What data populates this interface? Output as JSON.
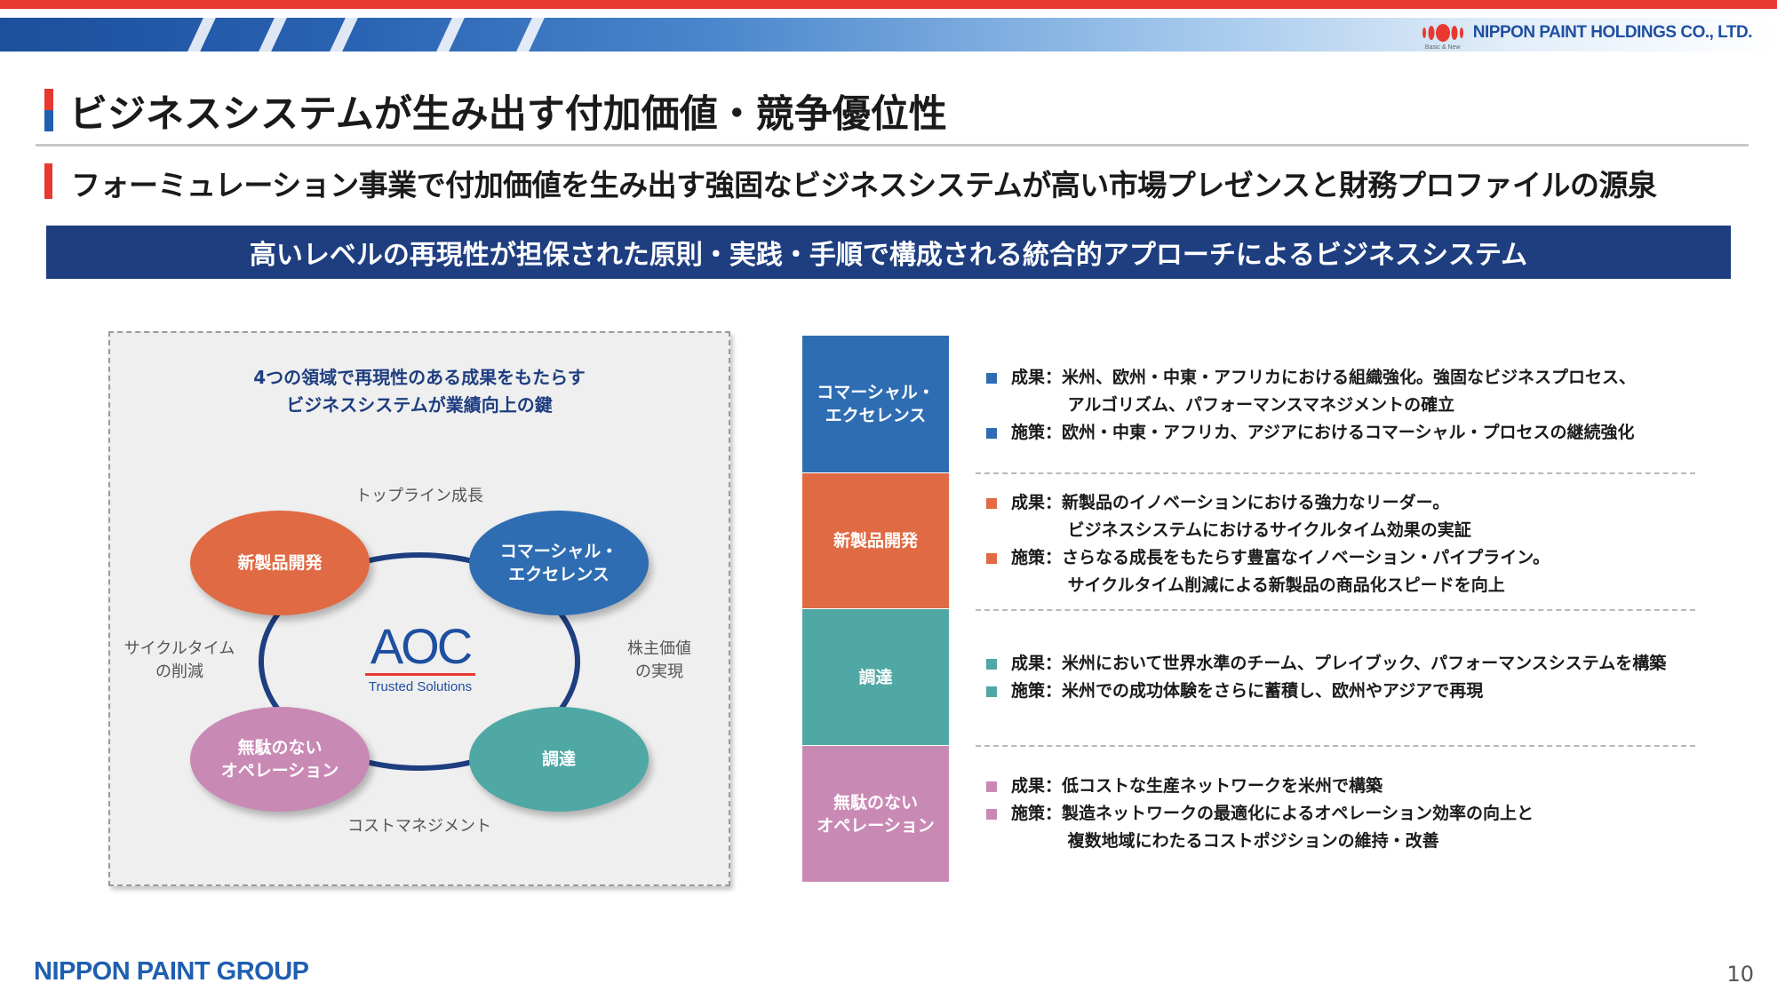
{
  "header": {
    "company": "NIPPON PAINT HOLDINGS CO., LTD.",
    "tagline": "Basic & New"
  },
  "title": "ビジネスシステムが生み出す付加価値・競争優位性",
  "subtitle": "フォーミュレーション事業で付加価値を生み出す強固なビジネスシステムが高い市場プレゼンスと財務プロファイルの源泉",
  "banner": "高いレベルの再現性が担保された原則・実践・手順で構成される統合的アプローチによるビジネスシステム",
  "diagram": {
    "heading_line1": "4つの領域で再現性のある成果をもたらす",
    "heading_line2": "ビジネスシステムが業績向上の鍵",
    "label_top": "トップライン成長",
    "label_bottom": "コストマネジメント",
    "label_left_1": "サイクルタイム",
    "label_left_2": "の削減",
    "label_right_1": "株主価値",
    "label_right_2": "の実現",
    "ellipses": {
      "new_product": "新製品開発",
      "commercial_1": "コマーシャル・",
      "commercial_2": "エクセレンス",
      "lean_1": "無駄のない",
      "lean_2": "オペレーション",
      "procurement": "調達"
    },
    "center_logo": "AOC",
    "center_logo_sub": "Trusted Solutions"
  },
  "areas": [
    {
      "label_1": "コマーシャル・",
      "label_2": "エクセレンス",
      "color": "#2f6db3",
      "bullets": [
        "成果：米州、欧州・中東・アフリカにおける組織強化。強固なビジネスプロセス、\n　　　 アルゴリズム、パフォーマンスマネジメントの確立",
        "施策：欧州・中東・アフリカ、アジアにおけるコマーシャル・プロセスの継続強化"
      ]
    },
    {
      "label_1": "新製品開発",
      "label_2": "",
      "color": "#e06a43",
      "bullets": [
        "成果：新製品のイノベーションにおける強力なリーダー。\n　　　 ビジネスシステムにおけるサイクルタイム効果の実証",
        "施策：さらなる成長をもたらす豊富なイノベーション・パイプライン。\n　　　 サイクルタイム削減による新製品の商品化スピードを向上"
      ]
    },
    {
      "label_1": "調達",
      "label_2": "",
      "color": "#4fa8a4",
      "bullets": [
        "成果：米州において世界水準のチーム、プレイブック、パフォーマンスシステムを構築",
        "施策：米州での成功体験をさらに蓄積し、欧州やアジアで再現"
      ]
    },
    {
      "label_1": "無駄のない",
      "label_2": "オペレーション",
      "color": "#c989b5",
      "bullets": [
        "成果：低コストな生産ネットワークを米州で構築",
        "施策：製造ネットワークの最適化によるオペレーション効率の向上と\n　　　 複数地域にわたるコストポジションの維持・改善"
      ]
    }
  ],
  "footer": {
    "group_logo": "NIPPON PAINT GROUP",
    "page_number": "10"
  }
}
